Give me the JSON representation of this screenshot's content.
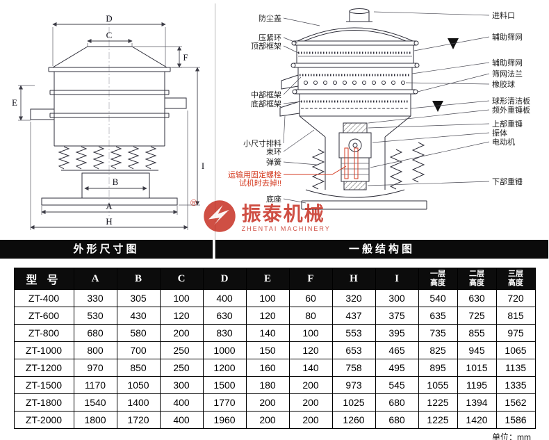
{
  "left_panel": {
    "caption": "外形尺寸图",
    "dim_labels": {
      "D": "D",
      "C": "C",
      "F": "F",
      "E": "E",
      "B": "B",
      "A": "A",
      "H": "H",
      "I": "I"
    }
  },
  "right_panel": {
    "caption": "一般结构图",
    "left_labels": {
      "dust_cover": "防尘盖",
      "press_ring": "压紧环",
      "top_frame": "顶部框架",
      "mid_frame": "中部框架",
      "bottom_frame": "底部框架",
      "small_discharge": "小尺寸排料",
      "clamp_band": "束环",
      "spring": "弹簧",
      "base": "底座"
    },
    "warning": {
      "line1": "运输用固定螺栓",
      "line2": "试机时去掉!!"
    },
    "right_labels": {
      "feed_inlet": "进料口",
      "aux_screen_1": "辅助筛网",
      "aux_screen_2": "辅助筛网",
      "screen_flange": "筛网法兰",
      "rubber_ball": "橡胶球",
      "ball_cleaning_plate": "球形清洁板",
      "extra_weight_plate": "频外重锤板",
      "upper_weight": "上部重锤",
      "vibrator_body": "振体",
      "motor": "电动机",
      "lower_weight": "下部重锤"
    }
  },
  "watermark": {
    "reg": "®",
    "brand": "振泰机械",
    "sub": "ZHENTAI MACHINERY"
  },
  "table": {
    "col_headers": [
      "型 号",
      "A",
      "B",
      "C",
      "D",
      "E",
      "F",
      "H",
      "I"
    ],
    "stacked_headers": [
      {
        "top": "一层",
        "bottom": "高度"
      },
      {
        "top": "二层",
        "bottom": "高度"
      },
      {
        "top": "三层",
        "bottom": "高度"
      }
    ],
    "rows": [
      [
        "ZT-400",
        "330",
        "305",
        "100",
        "400",
        "100",
        "60",
        "320",
        "300",
        "540",
        "630",
        "720"
      ],
      [
        "ZT-600",
        "530",
        "430",
        "120",
        "630",
        "120",
        "80",
        "437",
        "375",
        "635",
        "725",
        "815"
      ],
      [
        "ZT-800",
        "680",
        "580",
        "200",
        "830",
        "140",
        "100",
        "553",
        "395",
        "735",
        "855",
        "975"
      ],
      [
        "ZT-1000",
        "800",
        "700",
        "250",
        "1000",
        "150",
        "120",
        "653",
        "465",
        "825",
        "945",
        "1065"
      ],
      [
        "ZT-1200",
        "970",
        "850",
        "250",
        "1200",
        "160",
        "140",
        "758",
        "495",
        "895",
        "1015",
        "1135"
      ],
      [
        "ZT-1500",
        "1170",
        "1050",
        "300",
        "1500",
        "180",
        "200",
        "973",
        "545",
        "1055",
        "1195",
        "1335"
      ],
      [
        "ZT-1800",
        "1540",
        "1400",
        "400",
        "1770",
        "200",
        "200",
        "1025",
        "680",
        "1225",
        "1394",
        "1562"
      ],
      [
        "ZT-2000",
        "1800",
        "1720",
        "400",
        "1960",
        "200",
        "200",
        "1260",
        "680",
        "1225",
        "1420",
        "1586"
      ]
    ]
  },
  "footer": {
    "unit_note": "单位：mm"
  }
}
